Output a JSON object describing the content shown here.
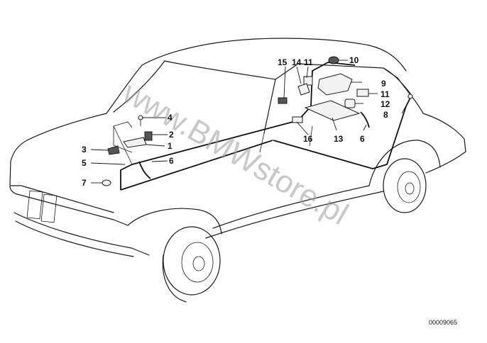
{
  "diagram": {
    "callouts": [
      "15",
      "14",
      "11",
      "10",
      "9",
      "11",
      "12",
      "8",
      "4",
      "2",
      "1",
      "3",
      "5",
      "6",
      "7",
      "16",
      "13",
      "6"
    ],
    "watermark": "www.BMWstore.pl",
    "reference_number": "00009065"
  }
}
